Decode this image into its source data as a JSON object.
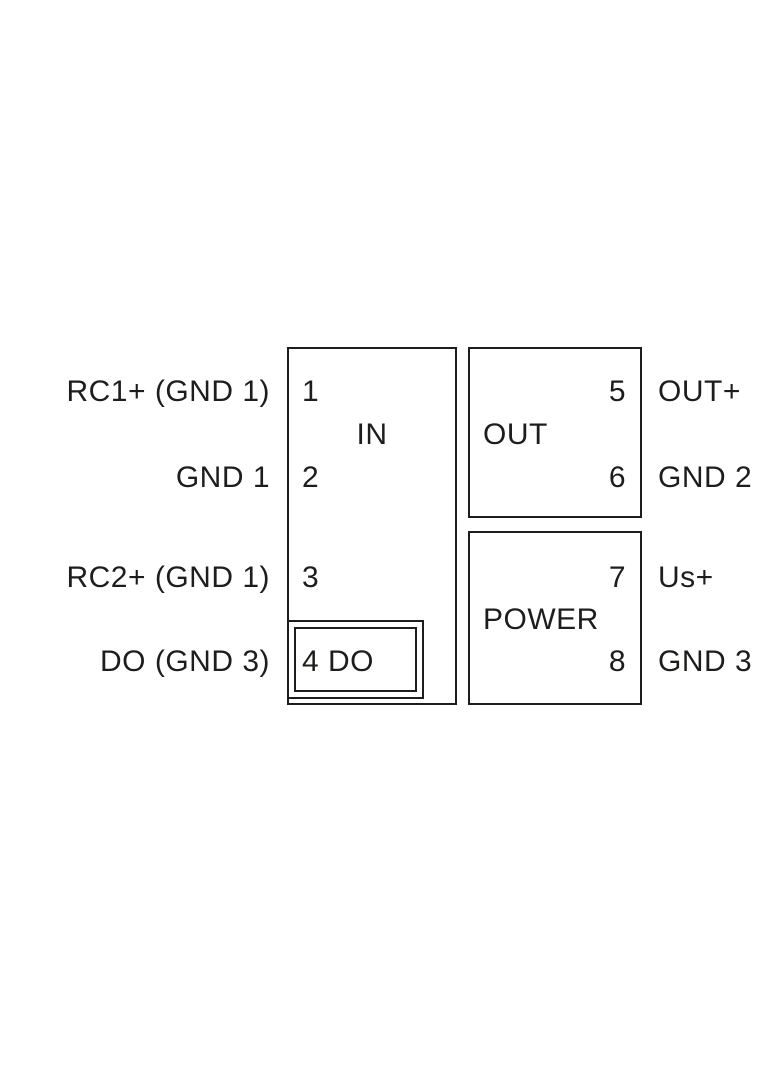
{
  "diagram": {
    "title": "terminal-connection-diagram",
    "sections": {
      "in": "IN",
      "out": "OUT",
      "power": "POWER"
    },
    "pins": {
      "left": [
        {
          "num": "1",
          "label": "RC1+ (GND 1)"
        },
        {
          "num": "2",
          "label": "GND 1"
        },
        {
          "num": "3",
          "label": "RC2+ (GND 1)"
        },
        {
          "num": "4 DO",
          "label": "DO (GND 3)"
        }
      ],
      "right": [
        {
          "num": "5",
          "label": "OUT+"
        },
        {
          "num": "6",
          "label": "GND 2"
        },
        {
          "num": "7",
          "label": "Us+"
        },
        {
          "num": "8",
          "label": "GND 3"
        }
      ]
    },
    "colors": {
      "line": "#1d1d1b",
      "background": "#ffffff"
    }
  }
}
